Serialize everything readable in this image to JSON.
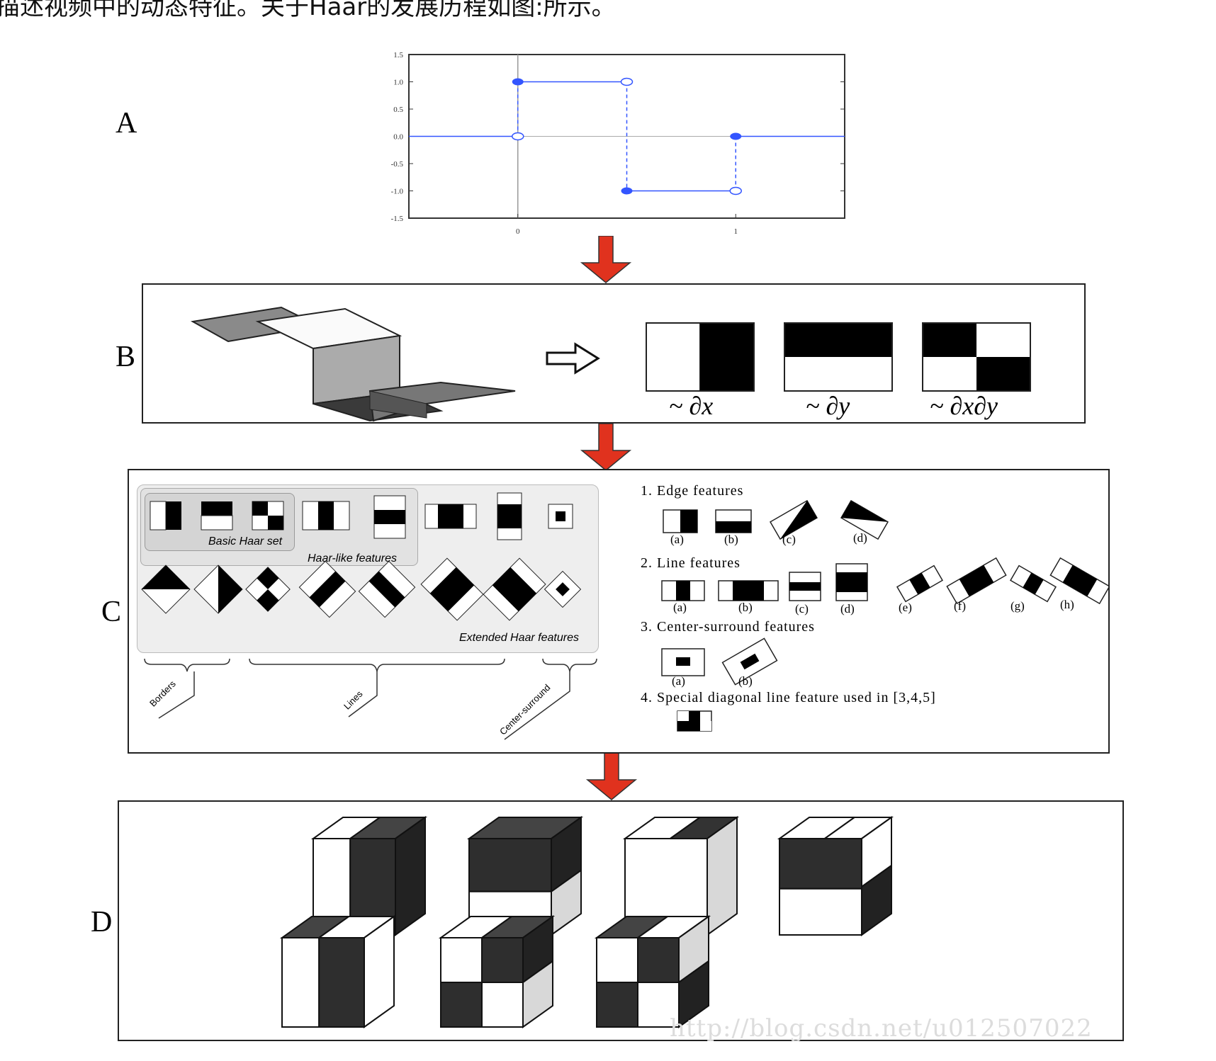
{
  "header_text": "描述视频中的动态特征。关于Haar的发展历程如图:所示。",
  "sections": {
    "a": "A",
    "b": "B",
    "c": "C",
    "d": "D"
  },
  "chart_data": {
    "type": "line",
    "title": "",
    "xlabel": "",
    "ylabel": "",
    "xlim": [
      -0.5,
      1.5
    ],
    "ylim": [
      -1.5,
      1.5
    ],
    "x_ticks": [
      "0",
      "1"
    ],
    "y_ticks": [
      "1.5",
      "1.0",
      "0.5",
      "0.0",
      "-0.5",
      "-1.0",
      "-1.5"
    ],
    "grid": false,
    "series": [
      {
        "values": [
          {
            "x": -0.5,
            "y": 0.0
          },
          {
            "x": 0.0,
            "y": 0.0
          },
          {
            "x": 0.0,
            "y": 1.0
          },
          {
            "x": 0.5,
            "y": 1.0
          },
          {
            "x": 0.5,
            "y": -1.0
          },
          {
            "x": 1.0,
            "y": -1.0
          },
          {
            "x": 1.0,
            "y": 0.0
          },
          {
            "x": 1.5,
            "y": 0.0
          }
        ],
        "filled_points": [
          {
            "x": 0.0,
            "y": 1.0
          },
          {
            "x": 0.5,
            "y": -1.0
          },
          {
            "x": 1.0,
            "y": 0.0
          }
        ],
        "open_points": [
          {
            "x": 0.0,
            "y": 0.0
          },
          {
            "x": 0.5,
            "y": 1.0
          },
          {
            "x": 1.0,
            "y": -1.0
          }
        ]
      }
    ],
    "color": "#3355ff"
  },
  "panel_b": {
    "labels": [
      "~ ∂x",
      "~ ∂y",
      "~ ∂x∂y"
    ]
  },
  "panel_c": {
    "basic_set_label": "Basic Haar set",
    "haar_like_label": "Haar-like features",
    "extended_label": "Extended Haar features",
    "group_labels": [
      "Borders",
      "Lines",
      "Center-surround"
    ],
    "list": [
      {
        "title": "1. Edge features",
        "items": [
          "(a)",
          "(b)",
          "(c)",
          "(d)"
        ]
      },
      {
        "title": "2. Line features",
        "items": [
          "(a)",
          "(b)",
          "(c)",
          "(d)",
          "(e)",
          "(f)",
          "(g)",
          "(h)"
        ]
      },
      {
        "title": "3. Center-surround features",
        "items": [
          "(a)",
          "(b)"
        ]
      },
      {
        "title": "4. Special diagonal line feature used in [3,4,5]",
        "items": []
      }
    ]
  },
  "watermark": "http://blog.csdn.net/u012507022",
  "colors": {
    "arrow_red": "#e0321e",
    "dark_face": "#2e2e2e"
  }
}
